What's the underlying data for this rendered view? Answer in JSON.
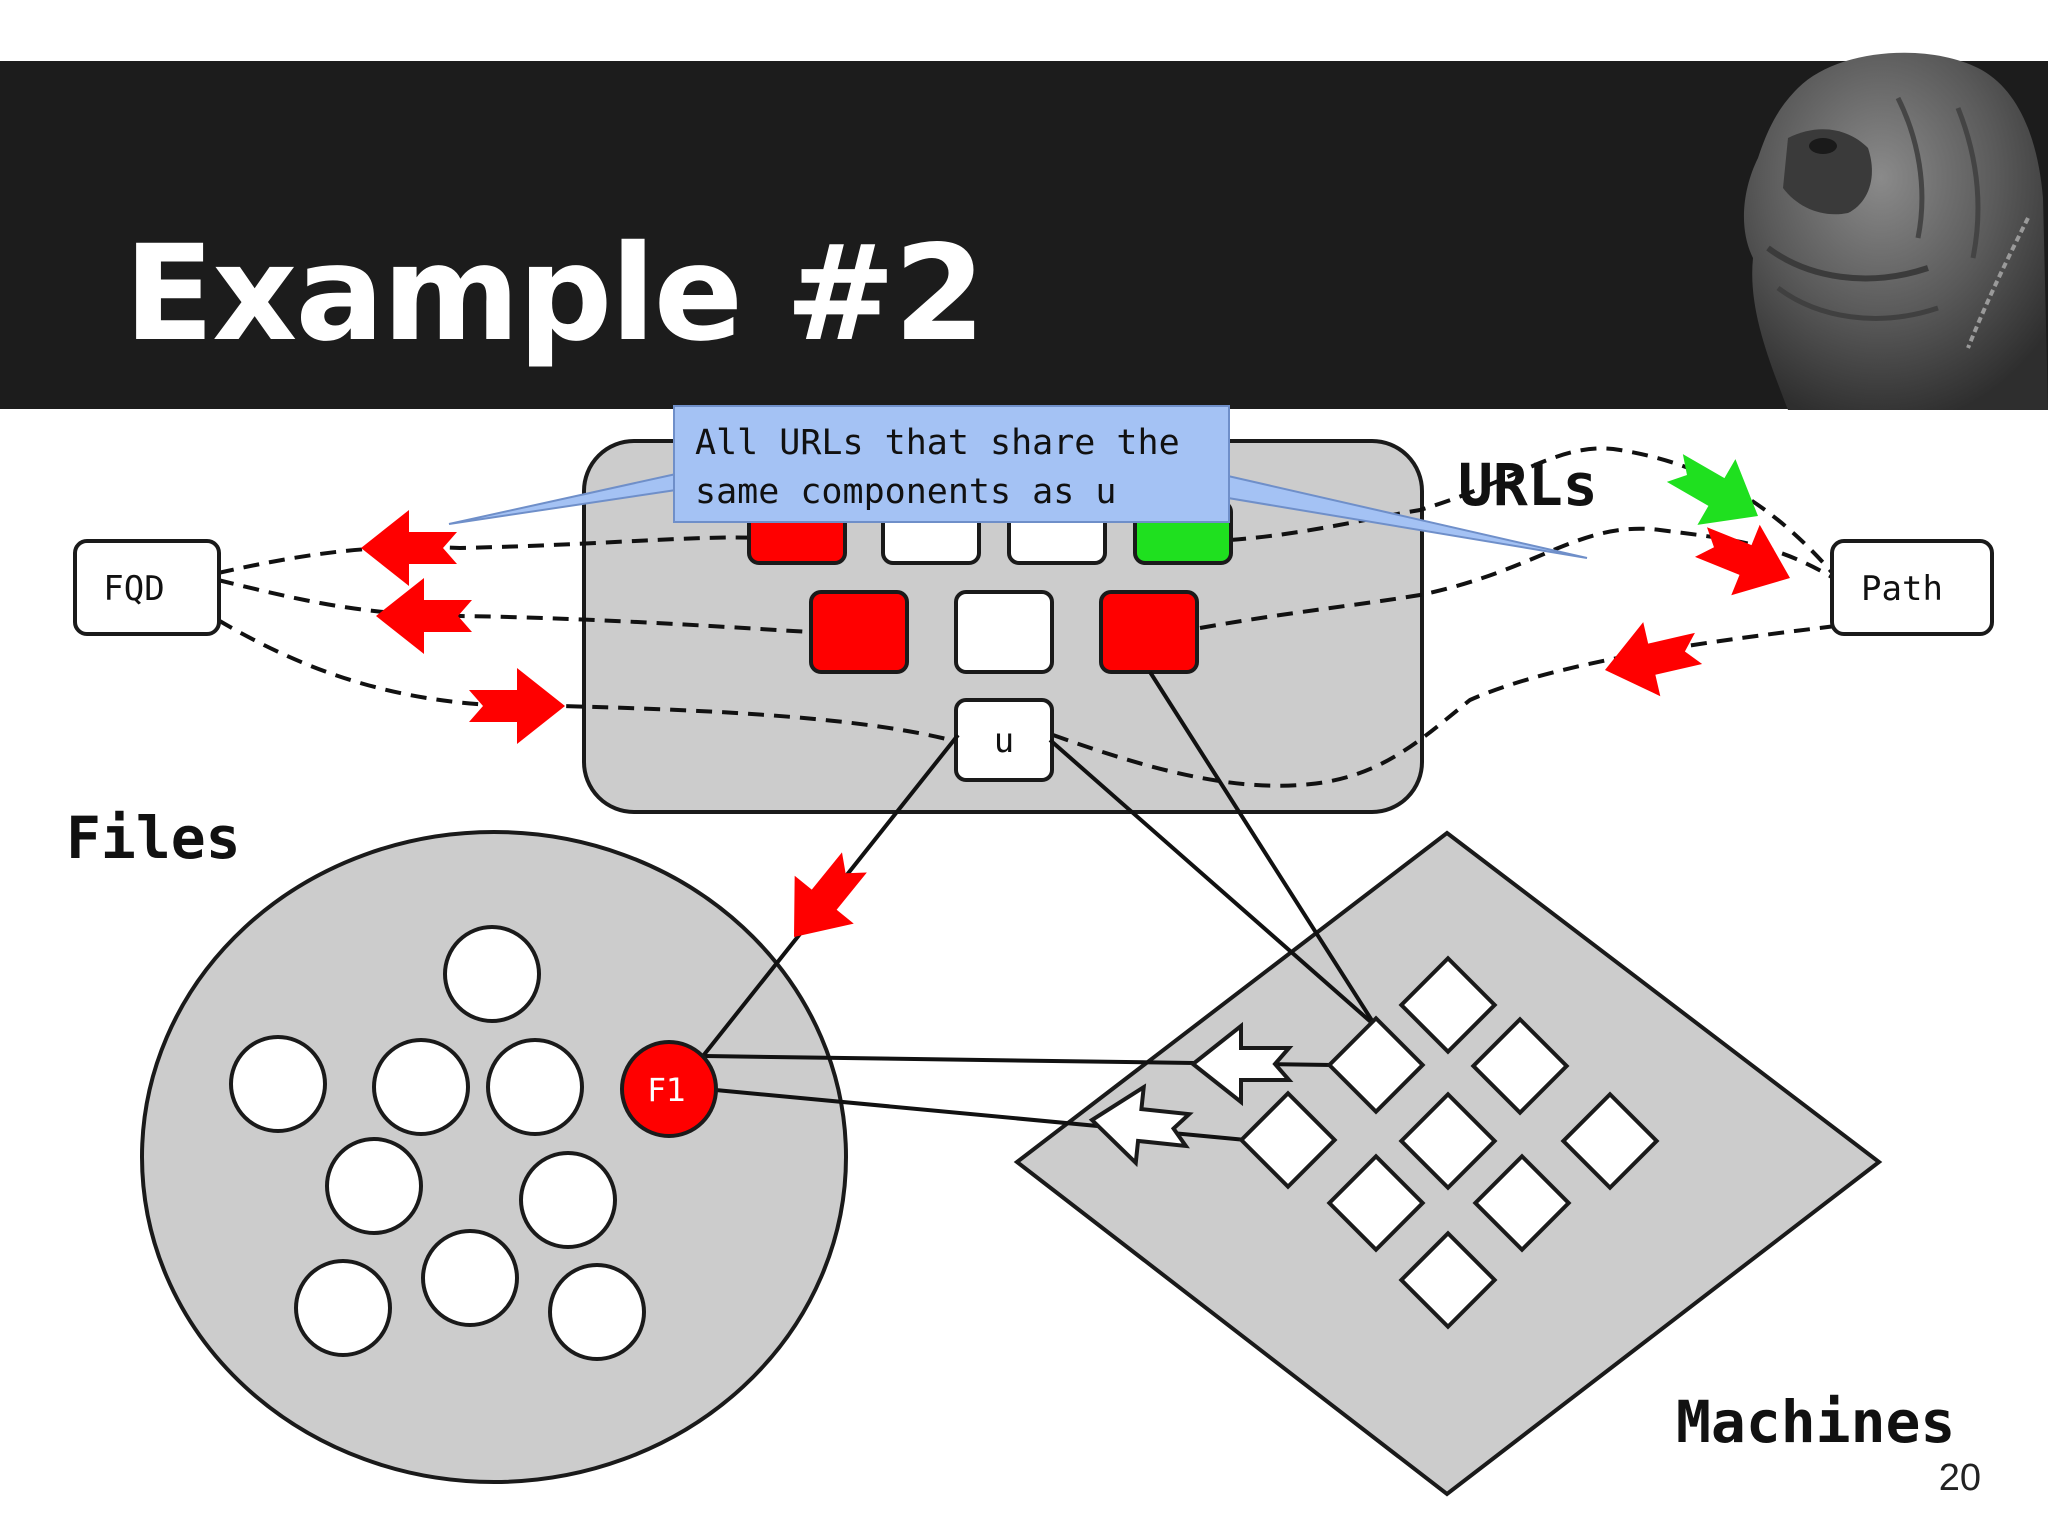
{
  "slide": {
    "title": "Example #2",
    "page_number": "20"
  },
  "labels": {
    "urls": "URLs",
    "files": "Files",
    "machines": "Machines",
    "fqd": "FQD",
    "path": "Path",
    "u": "u",
    "f1": "F1"
  },
  "callout": {
    "text": "All URLs that share the same components as u"
  },
  "colors": {
    "title_bar": "#1c1c1c",
    "red_highlight": "#ff0000",
    "green_highlight": "#1fe01f",
    "panel_gray": "#cccccc",
    "callout_blue": "#a4c2f4"
  },
  "icons": {
    "dog_photo": "neapolitan-mastiff-photo",
    "arrows": "block-arrow-icon"
  }
}
